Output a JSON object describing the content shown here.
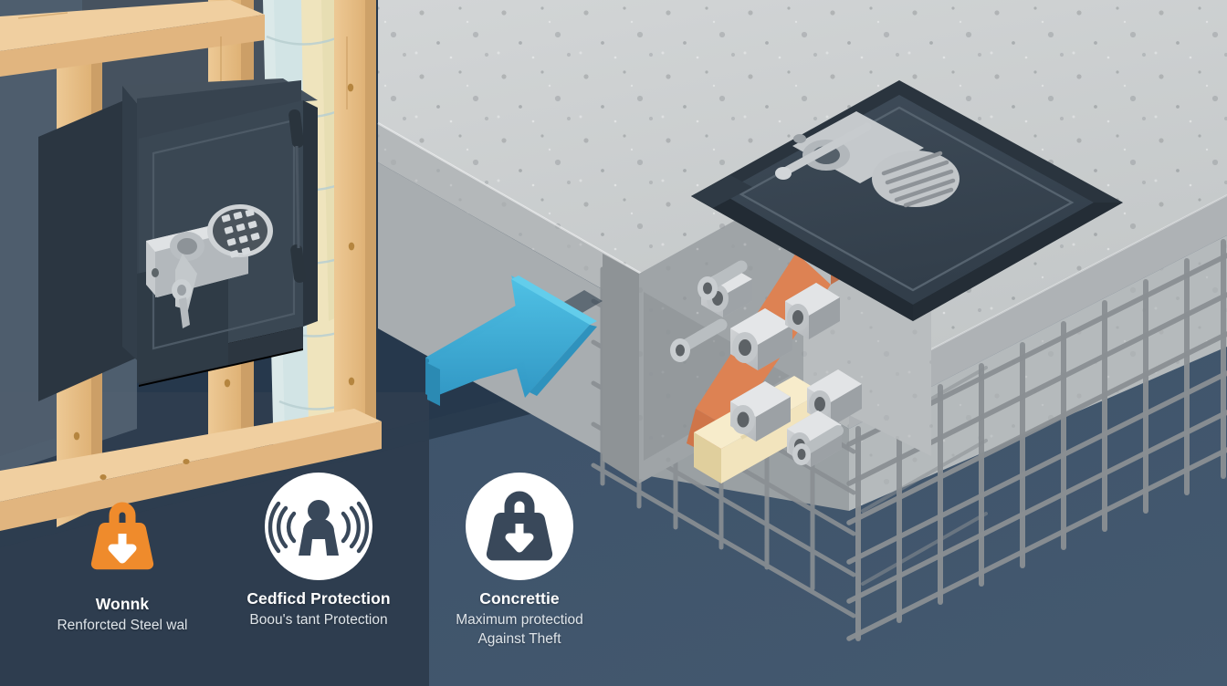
{
  "scene": {
    "title": "Wall Safe and Floor Safe Installation Cutaway",
    "background_color_upper": "#26384c",
    "background_color_lower": "#3b5068",
    "concrete_color": "#c9cccd",
    "concrete_shadow_color": "#9a9fa2",
    "safe_body_color": "#33404c",
    "safe_door_color": "#3a4753",
    "wood_color": "#e8c08c",
    "insulation_color": "#d7e6e6",
    "rebar_color": "#8f9498",
    "arrow_color": "#3fa8d4",
    "conduit_color": "#e08a5a"
  },
  "elements": {
    "wall_safe_label": "wall-safe",
    "floor_safe_label": "floor-safe",
    "arrow_label": "transition-arrow",
    "rebar_label": "rebar-cage",
    "wood_frame_label": "wood-stud-frame",
    "insulation_label": "wall-insulation",
    "concrete_slab_label": "concrete-slab",
    "anchor_bolts_label": "anchor-bolts"
  },
  "features": [
    {
      "id": "feature-steel",
      "icon": "lock-weight-down-icon",
      "icon_style": "solid-orange",
      "icon_color": "#ef8b2c",
      "title": "Wonnk",
      "subtitle": "Renforcted Steel wal"
    },
    {
      "id": "feature-protection",
      "icon": "motion-sensor-person-icon",
      "icon_style": "circle-white",
      "icon_color": "#39485a",
      "title": "Cedficd Protection",
      "subtitle": "Boou's tant Protection"
    },
    {
      "id": "feature-concrete",
      "icon": "lock-weight-down-icon",
      "icon_style": "circle-white",
      "icon_color": "#39485a",
      "title": "Concrettie",
      "subtitle": "Maximum protectiod\nAgainst Theft"
    }
  ]
}
